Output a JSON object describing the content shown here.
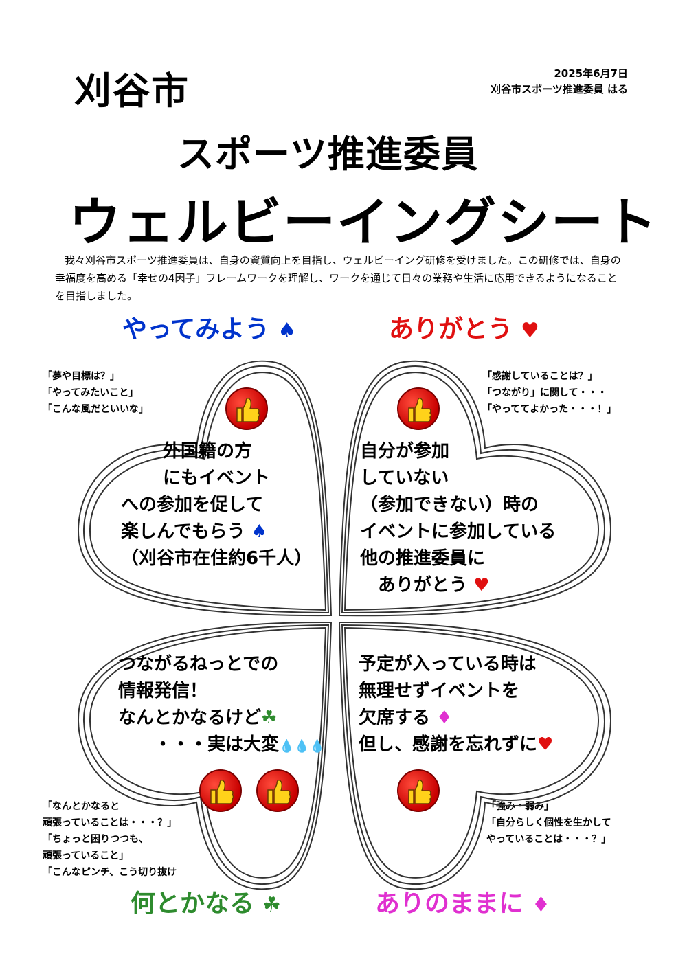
{
  "header": {
    "title_line1": "刈谷市",
    "title_line2": "スポーツ推進委員",
    "title_line3": "ウェルビーイングシート",
    "date": "2025年6月7日",
    "author": "刈谷市スポーツ推進委員 はる"
  },
  "intro": "我々刈谷市スポーツ推進委員は、自身の資質向上を目指し、ウェルビーイング研修を受けました。この研修では、自身の幸福度を高める「幸せの4因子」フレームワークを理解し、ワークを通じて日々の業務や生活に応用できるようになることを目指しました。",
  "colors": {
    "spade": "#0033cc",
    "heart": "#e01010",
    "diamond": "#e030d0",
    "clover": "#2e8b2e",
    "thumb": "#d40000"
  },
  "sections": {
    "top_left": {
      "title": "やってみよう",
      "symbol": "♠",
      "prompt": "「夢や目標は？」\n「やってみたいこと」\n「こんな風だといいな」",
      "body": "　　 外国籍の方\n　　 にもイベント\nへの参加を促して\n楽しんでもらう ",
      "body_symbol": "♠",
      "body_tail": "（刈谷市在住約6千人）"
    },
    "top_right": {
      "title": "ありがとう",
      "symbol": "♥",
      "prompt": "「感謝していることは？」\n「つながり」に関して・・・\n「やっててよかった・・・！」",
      "body": "自分が参加\nしていない\n（参加できない）時の\nイベントに参加している\n他の推進委員に\n　ありがとう ",
      "body_symbol": "♥"
    },
    "bottom_left": {
      "title": "何とかなる",
      "symbol": "☘",
      "prompt": "「なんとかなると\n頑張っていることは・・・？」\n「ちょっと困りつつも、\n頑張っていること」\n「こんなピンチ、こう切り抜け",
      "body": "つながるねっとでの\n情報発信！\nなんとかなるけど",
      "body_symbol": "☘",
      "body_tail": "　　・・・実は大変",
      "body_tail_symbol": "💧💧💧"
    },
    "bottom_right": {
      "title": "ありのままに",
      "symbol": "♦",
      "prompt": "「強み・弱み」\n「自分らしく個性を生かして\nやっていることは・・・？」",
      "body": "予定が入っている時は\n無理せずイベントを\n欠席する ",
      "body_symbol": "♦",
      "body_tail": "但し、感謝を忘れずに",
      "body_tail_symbol": "♥"
    }
  },
  "icons": {
    "thumbs_up": "thumbs-up-icon"
  }
}
